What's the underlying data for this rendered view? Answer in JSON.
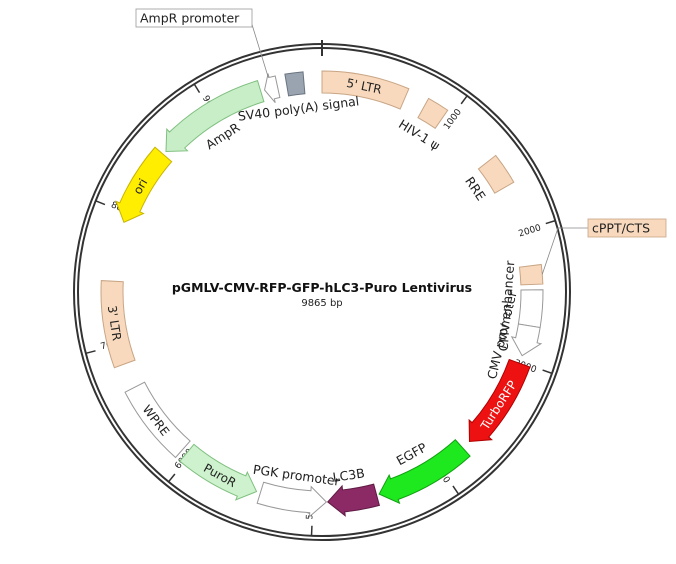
{
  "plasmid": {
    "name": "pGMLV-CMV-RFP-GFP-hLC3-Puro Lentivirus",
    "length_label": "9865 bp",
    "length": 9865
  },
  "ticks": [
    {
      "pos": 1000,
      "label": "1000"
    },
    {
      "pos": 2000,
      "label": "2000"
    },
    {
      "pos": 3000,
      "label": "3000"
    },
    {
      "pos": 4000,
      "label": "4000"
    },
    {
      "pos": 5000,
      "label": "5000"
    },
    {
      "pos": 6000,
      "label": "6000"
    },
    {
      "pos": 7000,
      "label": "7000"
    },
    {
      "pos": 8000,
      "label": "8000"
    },
    {
      "pos": 9000,
      "label": "9000"
    }
  ],
  "features": [
    {
      "id": "ltr5",
      "label": "5' LTR",
      "start": 0,
      "end": 634,
      "dir": 0,
      "color": "#f8d9bd",
      "stroke": "#c8a585",
      "text_color": "#222222",
      "label_mode": "inside"
    },
    {
      "id": "hiv",
      "label": "HIV-1 ψ",
      "start": 790,
      "end": 950,
      "dir": 0,
      "color": "#f8d9bd",
      "stroke": "#c8a585",
      "text_color": "#222222",
      "label_mode": "outside"
    },
    {
      "id": "rre",
      "label": "RRE",
      "start": 1420,
      "end": 1650,
      "dir": 0,
      "color": "#f8d9bd",
      "stroke": "#c8a585",
      "text_color": "#222222",
      "label_mode": "outside"
    },
    {
      "id": "cppt",
      "label": "cPPT/CTS",
      "start": 2270,
      "end": 2410,
      "dir": 0,
      "color": "#f8d9bd",
      "stroke": "#c8a585",
      "text_color": "#222222",
      "label_mode": "callout"
    },
    {
      "id": "cmv_enh",
      "label": "CMV enhancer",
      "start": 2450,
      "end": 2720,
      "dir": 0,
      "color": "#ffffff",
      "stroke": "#999999",
      "text_color": "#222222",
      "label_mode": "outside"
    },
    {
      "id": "cmv_prom",
      "label": "CMV promoter",
      "start": 2720,
      "end": 2950,
      "dir": 1,
      "color": "#ffffff",
      "stroke": "#999999",
      "text_color": "#222222",
      "label_mode": "outside"
    },
    {
      "id": "turbo",
      "label": "TurboRFP",
      "start": 3010,
      "end": 3710,
      "dir": 1,
      "color": "#ee1111",
      "stroke": "#b00000",
      "text_color": "#ffffff",
      "label_mode": "inside"
    },
    {
      "id": "egfp",
      "label": "EGFP",
      "start": 3780,
      "end": 4500,
      "dir": 1,
      "color": "#1ee81e",
      "stroke": "#10a010",
      "text_color": "#222222",
      "label_mode": "outside"
    },
    {
      "id": "lc3b",
      "label": "LC3B",
      "start": 4520,
      "end": 4890,
      "dir": 1,
      "color": "#8b2a65",
      "stroke": "#5e1b44",
      "text_color": "#222222",
      "label_mode": "outside"
    },
    {
      "id": "pgk",
      "label": "PGK promoter",
      "start": 4900,
      "end": 5400,
      "dir": -1,
      "color": "#ffffff",
      "stroke": "#999999",
      "text_color": "#222222",
      "label_mode": "outside"
    },
    {
      "id": "puror",
      "label": "PuroR",
      "start": 5430,
      "end": 6030,
      "dir": -1,
      "color": "#cdf2cd",
      "stroke": "#7fbf7f",
      "text_color": "#222222",
      "label_mode": "inside"
    },
    {
      "id": "wpre",
      "label": "WPRE",
      "start": 6070,
      "end": 6660,
      "dir": 0,
      "color": "#ffffff",
      "stroke": "#999999",
      "text_color": "#222222",
      "label_mode": "inside"
    },
    {
      "id": "ltr3",
      "label": "3' LTR",
      "start": 6850,
      "end": 7480,
      "dir": 0,
      "color": "#f8d9bd",
      "stroke": "#c8a585",
      "text_color": "#222222",
      "label_mode": "inside"
    },
    {
      "id": "ori",
      "label": "ori",
      "start": 7930,
      "end": 8520,
      "dir": -1,
      "color": "#ffee00",
      "stroke": "#c8b400",
      "text_color": "#222222",
      "label_mode": "inside"
    },
    {
      "id": "ampr",
      "label": "AmpR",
      "start": 8550,
      "end": 9400,
      "dir": -1,
      "color": "#c8eec8",
      "stroke": "#7fbf7f",
      "text_color": "#222222",
      "label_mode": "outside"
    },
    {
      "id": "ampr_prom",
      "label": "AmpR promoter",
      "start": 9430,
      "end": 9530,
      "dir": -1,
      "color": "#ffffff",
      "stroke": "#999999",
      "text_color": "#222222",
      "label_mode": "callout"
    },
    {
      "id": "sv40",
      "label": "SV40 poly(A) signal",
      "start": 9600,
      "end": 9730,
      "dir": 0,
      "color": "#9aa4b0",
      "stroke": "#6a7480",
      "text_color": "#222222",
      "label_mode": "outside"
    }
  ]
}
